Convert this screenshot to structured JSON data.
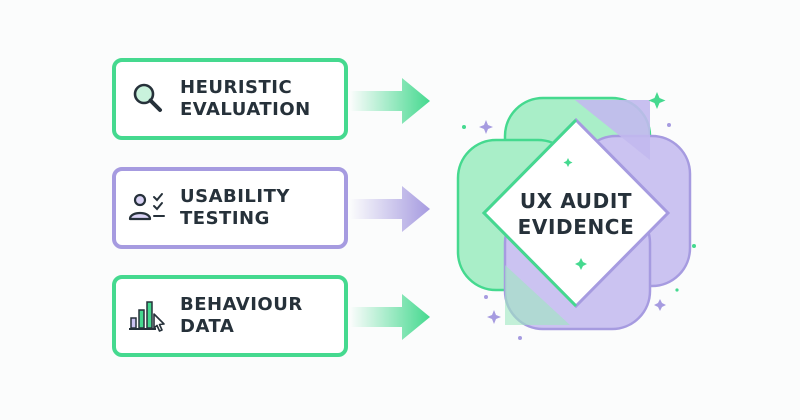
{
  "inputs": [
    {
      "id": "heuristic",
      "lines": [
        "HEURISTIC",
        "EVALUATION"
      ],
      "icon": "magnifier-icon",
      "color": "#45d98f"
    },
    {
      "id": "usability",
      "lines": [
        "USABILITY",
        "TESTING"
      ],
      "icon": "user-checklist-icon",
      "color": "#a69be0"
    },
    {
      "id": "behaviour",
      "lines": [
        "BEHAVIOUR",
        "DATA"
      ],
      "icon": "bar-chart-cursor-icon",
      "color": "#45d98f"
    }
  ],
  "hub": {
    "lines": [
      "UX AUDIT",
      "EVIDENCE"
    ],
    "colors": {
      "green": "#45d98f",
      "purple": "#a69be0"
    }
  }
}
